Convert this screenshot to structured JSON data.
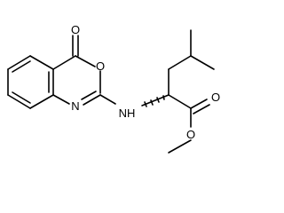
{
  "molecule": {
    "atoms": [
      {
        "id": "o_carbonyl",
        "symbol": "O"
      },
      {
        "id": "o_ring",
        "symbol": "O"
      },
      {
        "id": "n_ring",
        "symbol": "N"
      },
      {
        "id": "n_amine",
        "symbol": "N",
        "suffix": "H"
      },
      {
        "id": "o_ester_carbonyl",
        "symbol": "O"
      },
      {
        "id": "o_ester",
        "symbol": "O"
      }
    ]
  },
  "colors": {
    "bond": "#000000",
    "label": "#000000",
    "background": "#ffffff"
  }
}
